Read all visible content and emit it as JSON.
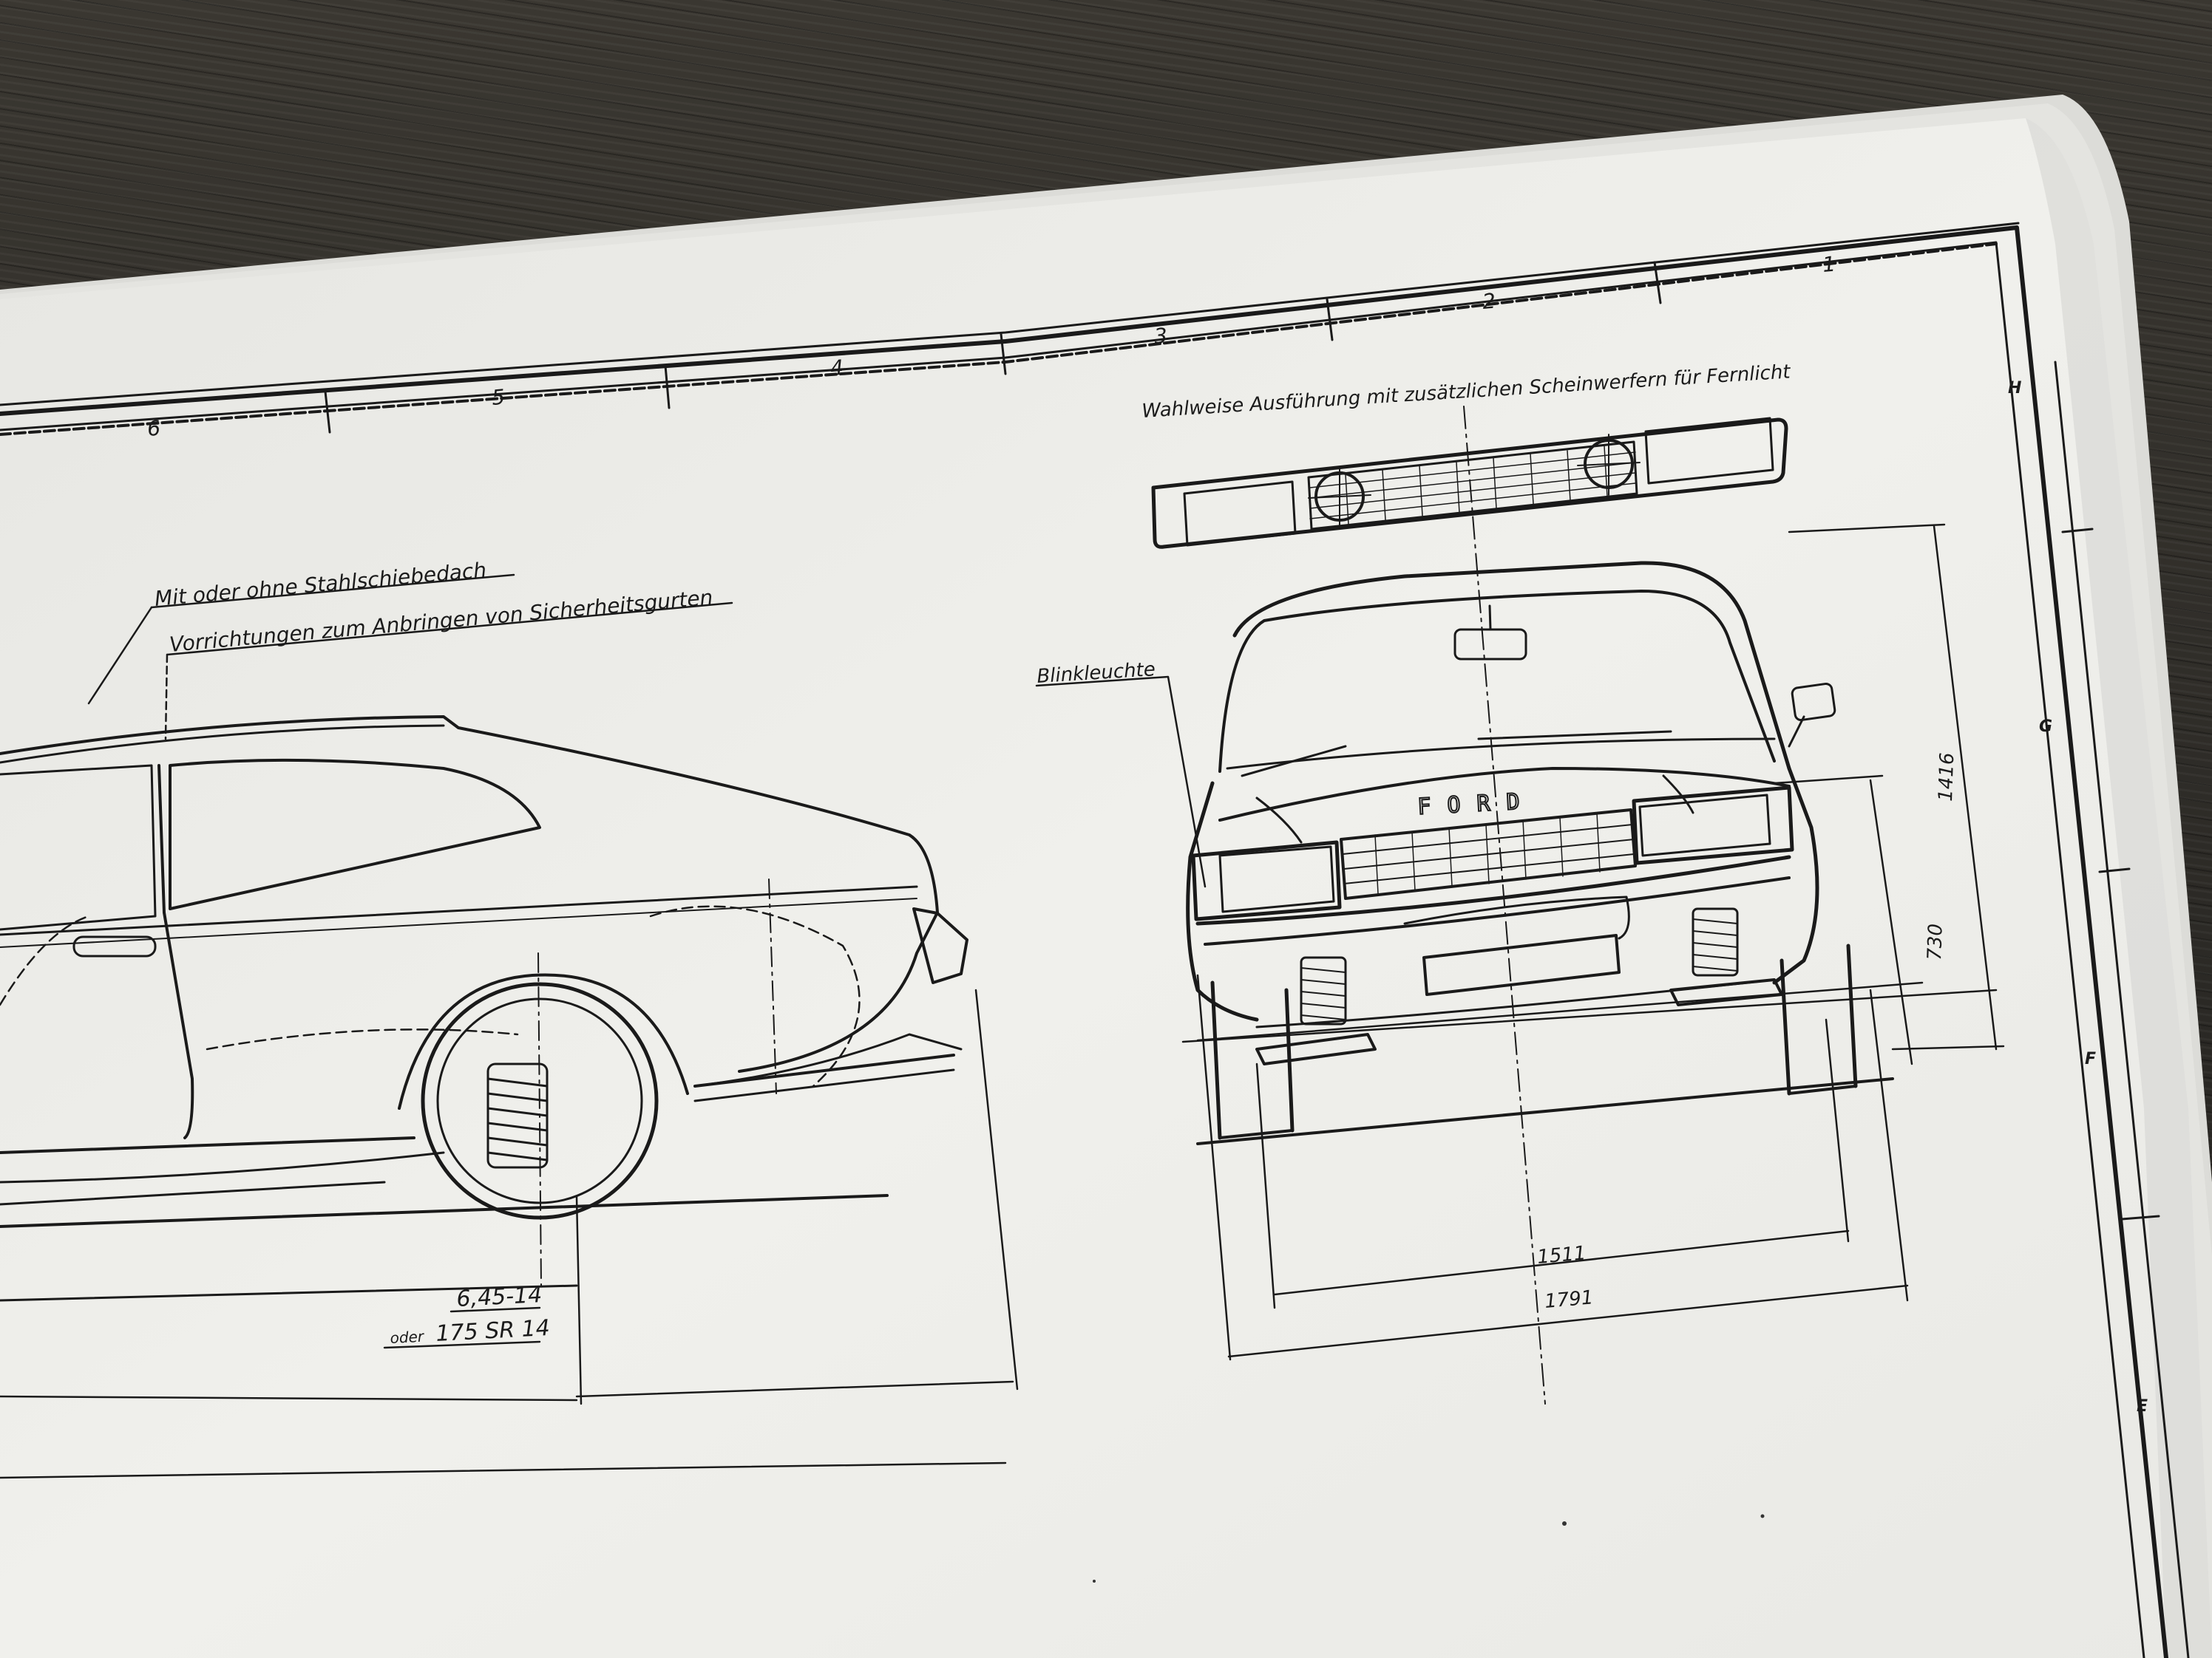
{
  "zones": {
    "top": [
      "6",
      "5",
      "4",
      "3",
      "2",
      "1"
    ],
    "right": [
      "H",
      "G",
      "F",
      "E"
    ]
  },
  "labels": {
    "sunroof": "Mit oder ohne Stahlschiebedach",
    "seatbelts": "Vorrichtungen zum Anbringen von Sicherheitsgurten",
    "optional_headlights": "Wahlweise Ausführung mit zusätzlichen Scheinwerfern für Fernlicht",
    "indicator": "Blinkleuchte",
    "brand": "FORD",
    "tire_primary": "6,45-14",
    "tire_alt_prefix": "oder",
    "tire_alt": "175 SR 14"
  },
  "dimensions": {
    "height": "1416",
    "height_mid": "730",
    "track": "1511",
    "width": "1791"
  },
  "colors": {
    "paper": "#efefeb",
    "ink": "#1a1a1a",
    "background": "#2c2a26"
  }
}
